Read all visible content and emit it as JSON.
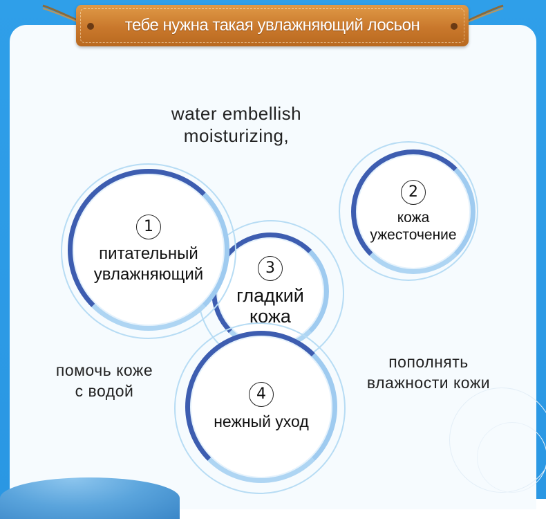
{
  "banner": {
    "title": "тебе нужна такая увлажняющий лосьон"
  },
  "heading": {
    "line1": "water embellish",
    "line2": "moisturizing,"
  },
  "circles": [
    {
      "num": "1",
      "line1": "питательный",
      "line2": "увлажняющий"
    },
    {
      "num": "2",
      "line1": "кожа",
      "line2": "ужесточение"
    },
    {
      "num": "3",
      "line1": "гладкий",
      "line2": "кожа"
    },
    {
      "num": "4",
      "line1": "нежный уход"
    }
  ],
  "side_left": {
    "line1": "помочь коже",
    "line2": "с водой"
  },
  "side_right": {
    "line1": "пополнять",
    "line2": "влажности кожи"
  },
  "colors": {
    "frame": "#2f9fe9",
    "sign": "#cf8435",
    "ring_dark": "#3d5db0",
    "ring_light": "#9fcbf0"
  }
}
